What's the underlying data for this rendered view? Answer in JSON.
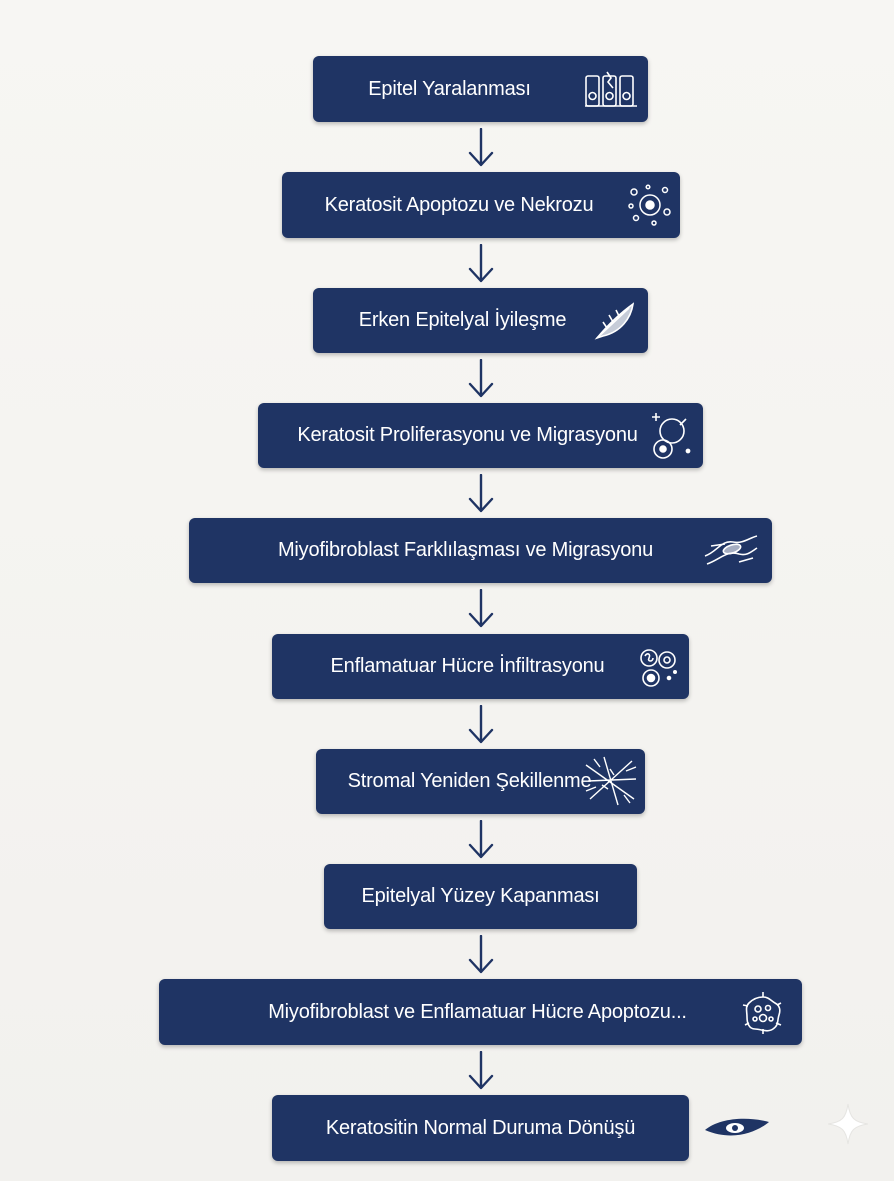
{
  "flow": {
    "steps": [
      {
        "label": "Epitel Yaralanması",
        "icon": "epithelium-injury-icon"
      },
      {
        "label": "Keratosit Apoptozu ve Nekrozu",
        "icon": "apoptotic-cell-icon"
      },
      {
        "label": "Erken Epitelyal İyileşme",
        "icon": "healing-leaf-icon"
      },
      {
        "label": "Keratosit Proliferasyonu ve Migrasyonu",
        "icon": "dividing-cell-icon"
      },
      {
        "label": "Miyofibroblast Farklılaşması ve Migrasyonu",
        "icon": "myofibroblast-icon"
      },
      {
        "label": "Enflamatuar Hücre İnfiltrasyonu",
        "icon": "inflammatory-cells-icon"
      },
      {
        "label": "Stromal Yeniden Şekillenme",
        "icon": "stromal-fibers-icon"
      },
      {
        "label": "Epitelyal Yüzey Kapanması",
        "icon": ""
      },
      {
        "label": "Miyofibroblast ve Enflamatuar Hücre Apoptozu...",
        "icon": "virus-cell-icon"
      },
      {
        "label": "Keratositin Normal Duruma Dönüşü",
        "icon": "eye-icon"
      }
    ]
  },
  "colors": {
    "box": "#1f3464",
    "text": "#ffffff",
    "arrow": "#1f3464",
    "background": "#f5f4f1"
  }
}
